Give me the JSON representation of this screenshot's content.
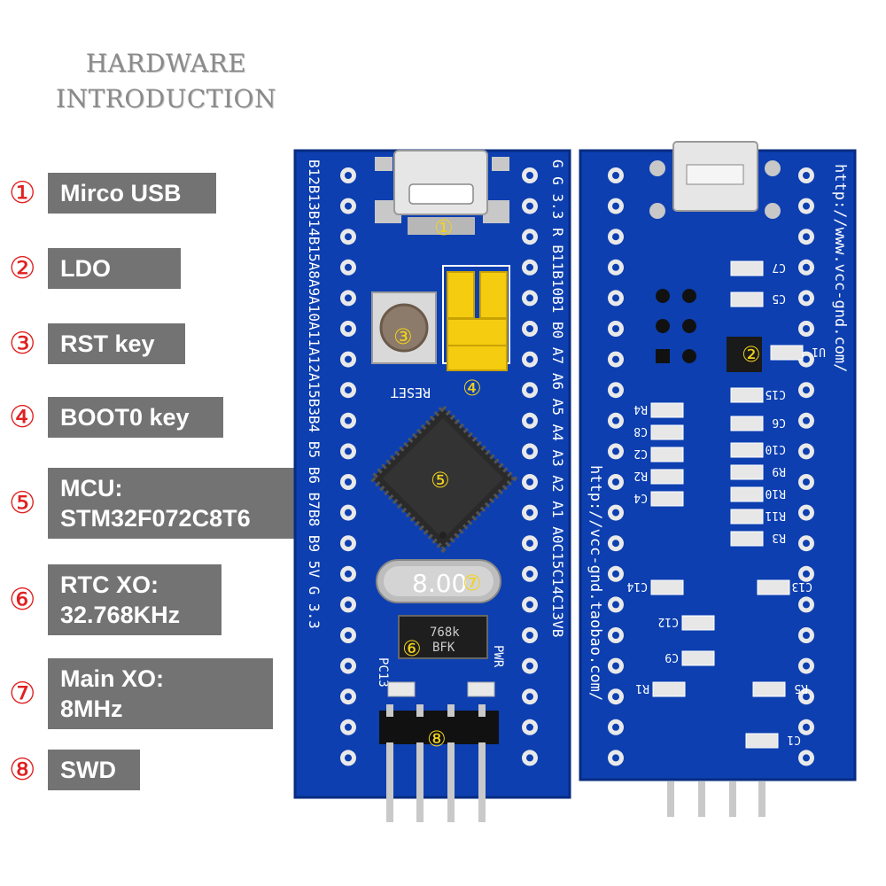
{
  "title": {
    "line1": "HARDWARE",
    "line2": "INTRODUCTION"
  },
  "features": [
    {
      "num": "①",
      "label": "Mirco USB"
    },
    {
      "num": "②",
      "label": "LDO"
    },
    {
      "num": "③",
      "label": "RST key"
    },
    {
      "num": "④",
      "label": "BOOT0 key"
    },
    {
      "num": "⑤",
      "label": "MCU:\nSTM32F072C8T6"
    },
    {
      "num": "⑥",
      "label": "RTC XO:\n32.768KHz"
    },
    {
      "num": "⑦",
      "label": "Main XO:\n8MHz"
    },
    {
      "num": "⑧",
      "label": "SWD"
    }
  ],
  "board_front": {
    "left_pins": "B12B13B14B15A8A9A10A11A12A15B3B4 B5 B6 B7B8 B9 5V G 3.3",
    "right_pins": "G G 3.3 R B11B10B1 B0 A7 A6 A5 A4 A3 A2 A1 A0C15C14C13VB",
    "reset_text": "RESET",
    "crystal_text": "8.00",
    "rtc_text_1": "768k",
    "rtc_text_2": "BFK",
    "pc13_text": "PC13",
    "pwr_text": "PWR"
  },
  "board_back": {
    "url_1": "http://www.vcc-gnd.com/",
    "url_2": "http://vcc-gnd.taobao.com/",
    "component_labels": [
      "C7",
      "C5",
      "U1",
      "C15",
      "C6",
      "C10",
      "R9",
      "R10",
      "R11",
      "R3",
      "R4",
      "C8",
      "C2",
      "R2",
      "C4",
      "C14",
      "C13",
      "C12",
      "C9",
      "R1",
      "R5",
      "C1"
    ]
  },
  "markers": [
    "①",
    "②",
    "③",
    "④",
    "⑤",
    "⑥",
    "⑦",
    "⑧"
  ],
  "colors": {
    "pcb": "#0d3fb0",
    "pcb_edge": "#082c82",
    "label_bg": "#737373",
    "num_red": "#e02020",
    "marker_yellow": "#f2d21b",
    "jumper": "#f5cc10"
  }
}
